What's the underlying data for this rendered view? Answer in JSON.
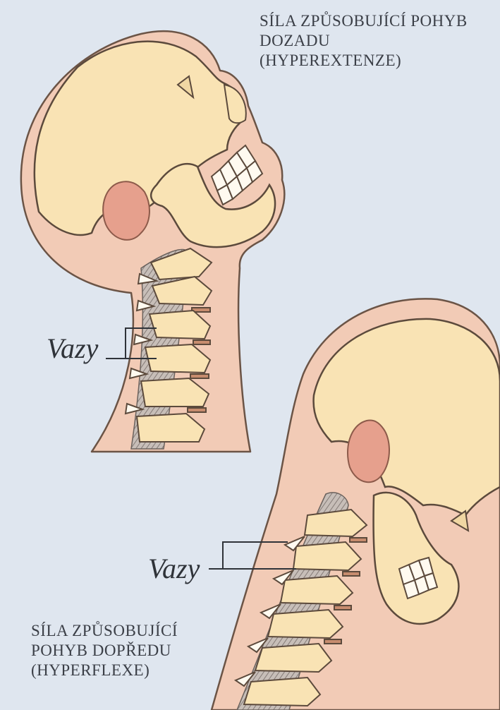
{
  "figure_top": {
    "caption_lines": [
      "SÍLA ZPŮSOBUJÍCÍ POHYB",
      "DOZADU",
      "(HYPEREXTENZE)"
    ],
    "ligament_label": "Vazy"
  },
  "figure_bottom": {
    "caption_lines": [
      "SÍLA ZPŮSOBUJÍCÍ",
      "POHYB DOPŘEDU",
      "(HYPERFLEXE)"
    ],
    "ligament_label": "Vazy"
  },
  "colors": {
    "background": "#dfe6ef",
    "skin": "#f2cbb6",
    "bone": "#f9e3b4",
    "bone_outline": "#5c4a3c",
    "ear": "#e6a08d",
    "disc": "#c78c6e",
    "canal_hatch": "#a9a19c"
  }
}
